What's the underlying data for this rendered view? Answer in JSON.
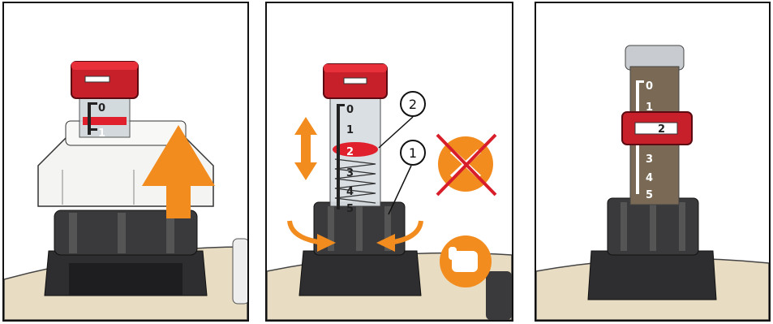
{
  "panels": [
    {
      "id": "lift-cap",
      "scale_ticks": [
        "0",
        "1"
      ],
      "arrow": "up"
    },
    {
      "id": "adjust-flow",
      "scale_ticks": [
        "0",
        "1",
        "2",
        "3",
        "4",
        "5"
      ],
      "callouts": [
        "1",
        "2"
      ],
      "icons": [
        "double-arrow-up-down-icon",
        "rotate-arrows-icon",
        "no-tools-icon",
        "hand-icon"
      ]
    },
    {
      "id": "locked-setting",
      "scale_ticks": [
        "0",
        "1",
        "2",
        "3",
        "4",
        "5"
      ]
    }
  ],
  "colors": {
    "orange": "#f28c1e",
    "red_cap": "#c8202a",
    "cross_red": "#d81e2a",
    "brass": "#e8dcc2",
    "dark_nut": "#2e2e30",
    "white_ring": "#f4f4f2"
  }
}
